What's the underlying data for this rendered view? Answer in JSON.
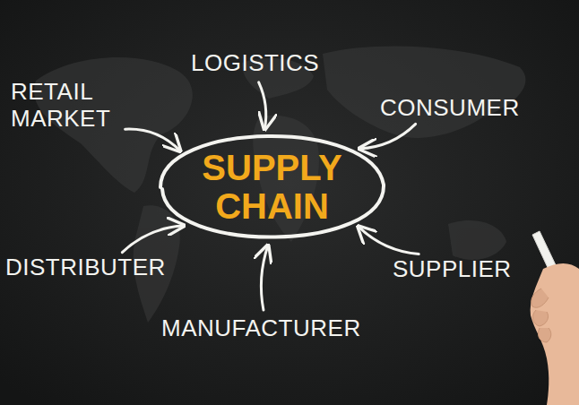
{
  "diagram": {
    "nodes": [
      {
        "text": [
          "LOGISTICS"
        ]
      },
      {
        "text": [
          "RETAIL MARKET"
        ]
      },
      {
        "text": [
          "CONSUMER"
        ]
      },
      {
        "text": [
          "SUPPLY CHAIN"
        ]
      },
      {
        "text": [
          "DISTRIBUTER"
        ]
      },
      {
        "text": [
          "SUPPLIER"
        ]
      },
      {
        "text": [
          "MANUFACTURER"
        ]
      }
    ],
    "edges": [
      {
        "from": 0,
        "to": 3,
        "arrow": "to"
      },
      {
        "from": 1,
        "to": 3,
        "arrow": "to"
      },
      {
        "from": 2,
        "to": 3,
        "arrow": "to"
      },
      {
        "from": 4,
        "to": 3,
        "arrow": "to"
      },
      {
        "from": 5,
        "to": 3,
        "arrow": "to"
      },
      {
        "from": 6,
        "to": 3,
        "arrow": "to"
      }
    ]
  }
}
